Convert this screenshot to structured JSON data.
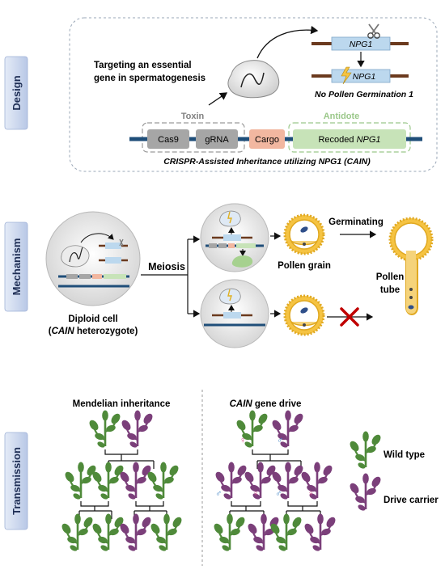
{
  "sections": {
    "design": "Design",
    "mechanism": "Mechanism",
    "transmission": "Transmission"
  },
  "design": {
    "targeting_line1": "Targeting an essential",
    "targeting_line2": "gene in spermatogenesis",
    "gene_top": "NPG1",
    "gene_bottom": "NPG1",
    "no_pollen": "No Pollen Germination 1",
    "toxin": "Toxin",
    "antidote": "Antidote",
    "cas9": "Cas9",
    "grna": "gRNA",
    "cargo": "Cargo",
    "recoded_prefix": "Recoded ",
    "recoded_gene": "NPG1",
    "caption": "CRISPR-Assisted Inheritance utilizing NPG1 (CAIN)"
  },
  "mechanism": {
    "meiosis": "Meiosis",
    "diploid_line1": "Diploid cell",
    "diploid_line2_italic": "CAIN",
    "diploid_line2_rest": " heterozygote)",
    "diploid_line2_open": "(",
    "pollen_grain": "Pollen grain",
    "germinating": "Germinating",
    "pollen_tube_line1": "Pollen",
    "pollen_tube_line2": "tube"
  },
  "transmission": {
    "mendelian_title": "Mendelian inheritance",
    "cain_title_italic": "CAIN",
    "cain_title_rest": " gene drive",
    "legend_wild": "Wild type",
    "legend_drive": "Drive carrier"
  },
  "colors": {
    "wild_type": "#4f8a3a",
    "drive_carrier": "#7b3f7a",
    "cas9_box": "#a6a6a6",
    "cargo_box": "#f2b7a0",
    "antidote_box": "#c7e3b8",
    "gene_box": "#bcd8ee",
    "dna_line": "#1f4e79",
    "pollen_yellow": "#f5c342",
    "cross_red": "#c00000"
  },
  "icons": [
    "scissors-icon",
    "lightning-icon",
    "cross-icon",
    "female-symbol-icon",
    "male-symbol-icon",
    "plant-icon"
  ]
}
